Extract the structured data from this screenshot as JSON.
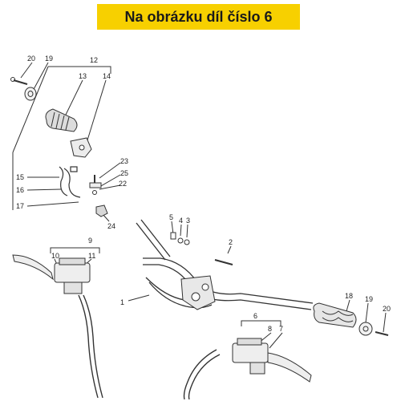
{
  "banner": {
    "text": "Na obrázku díl číslo 6",
    "color": "#f7d000"
  },
  "callouts": {
    "c1": "1",
    "c2": "2",
    "c3": "3",
    "c4": "4",
    "c5": "5",
    "c6": "6",
    "c7": "7",
    "c8": "8",
    "c9": "9",
    "c10": "10",
    "c11": "11",
    "c12": "12",
    "c13": "13",
    "c14": "14",
    "c15": "15",
    "c16": "16",
    "c17": "17",
    "c18": "18",
    "c19a": "19",
    "c19b": "19",
    "c20a": "20",
    "c20b": "20",
    "c22": "22",
    "c23": "23",
    "c24": "24",
    "c25": "25"
  }
}
